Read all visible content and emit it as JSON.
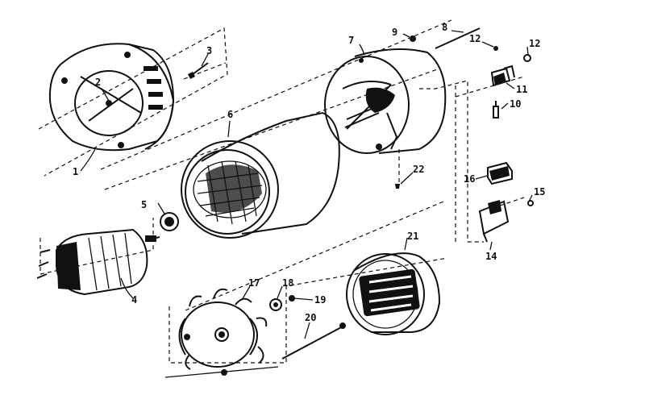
{
  "callouts": [
    {
      "id": "c1",
      "text": "1"
    },
    {
      "id": "c2",
      "text": "2"
    },
    {
      "id": "c3",
      "text": "3"
    },
    {
      "id": "c4",
      "text": "4"
    },
    {
      "id": "c5",
      "text": "5"
    },
    {
      "id": "c6",
      "text": "6"
    },
    {
      "id": "c7",
      "text": "7"
    },
    {
      "id": "c8",
      "text": "8"
    },
    {
      "id": "c9",
      "text": "9"
    },
    {
      "id": "c10",
      "text": "10"
    },
    {
      "id": "c11",
      "text": "11"
    },
    {
      "id": "c12a",
      "text": "12"
    },
    {
      "id": "c12b",
      "text": "12"
    },
    {
      "id": "c14",
      "text": "14"
    },
    {
      "id": "c15",
      "text": "15"
    },
    {
      "id": "c16",
      "text": "16"
    },
    {
      "id": "c17",
      "text": "17"
    },
    {
      "id": "c18",
      "text": "18"
    },
    {
      "id": "c19",
      "text": "19"
    },
    {
      "id": "c20",
      "text": "20"
    },
    {
      "id": "c21",
      "text": "21"
    },
    {
      "id": "c22",
      "text": "22"
    }
  ]
}
